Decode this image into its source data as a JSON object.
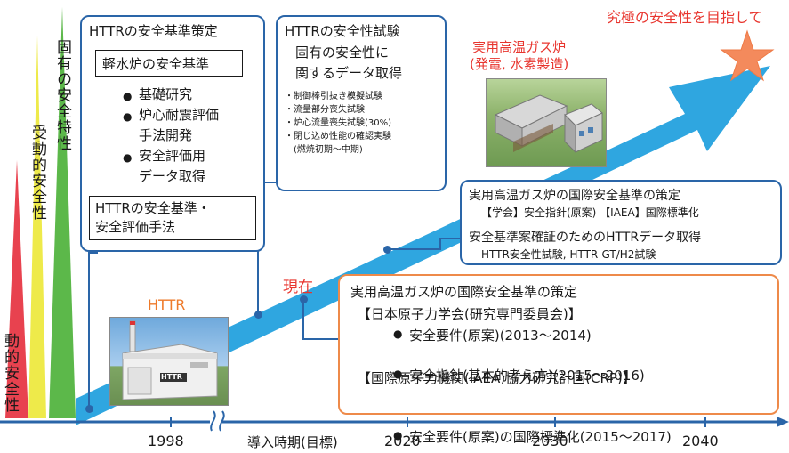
{
  "bars": {
    "active": "動的安全性",
    "passive": "受動的安全性",
    "inherent": "固有の安全特性"
  },
  "goal": {
    "label": "究極の安全性を目指して"
  },
  "box_criteria": {
    "title": "HTTRの安全基準策定",
    "lwr": "軽水炉の安全基準",
    "items": [
      "基礎研究",
      "炉心耐震評価",
      "手法開発",
      "安全評価用",
      "データ取得"
    ],
    "result_line1": "HTTRの安全基準・",
    "result_line2": "安全評価手法"
  },
  "box_tests": {
    "title": "HTTRの安全性試験",
    "sub1": "固有の安全性に",
    "sub2": "関するデータ取得",
    "items": [
      "制御棒引抜き模擬試験",
      "流量部分喪失試験",
      "炉心流量喪失試験(30%)",
      "閉じ込め性能の確認実験",
      "(燃焼初期～中期)"
    ]
  },
  "practical": {
    "line1": "実用高温ガス炉",
    "line2": "(発電, 水素製造)"
  },
  "box_intl": {
    "title": "実用高温ガス炉の国際安全基準の策定",
    "sub": "【学会】安全指針(原案) 【IAEA】国際標準化",
    "data_title": "安全基準案確証のためのHTTRデータ取得",
    "data_sub": "HTTR安全性試験, HTTR-GT/H2試験"
  },
  "current": {
    "label": "現在"
  },
  "box_current": {
    "title": "実用高温ガス炉の国際安全基準の策定",
    "aesj": "【日本原子力学会(研究専門委員会)】",
    "aesj_items": [
      "安全要件(原案)(2013～2014)",
      "安全指針(基本的考え方)(2015～2016)"
    ],
    "iaea": "【国際原子力機関(IAEA)協力研究計画(CRP)】",
    "iaea_items": [
      "安全要件(原案)の国際標準化(2015～2017)"
    ]
  },
  "httr": {
    "label": "HTTR",
    "sign": "HTTR"
  },
  "axis": {
    "label": "導入時期(目標)",
    "ticks": [
      "1998",
      "2020",
      "2030",
      "2040"
    ]
  },
  "colors": {
    "red": "#e8424f",
    "yellow": "#eeea4a",
    "green": "#5cb84a",
    "blue_arrow": "#2fa6e0",
    "box_blue": "#2a65a8",
    "orange": "#ee8a4a",
    "accent_red": "#e8352e"
  }
}
